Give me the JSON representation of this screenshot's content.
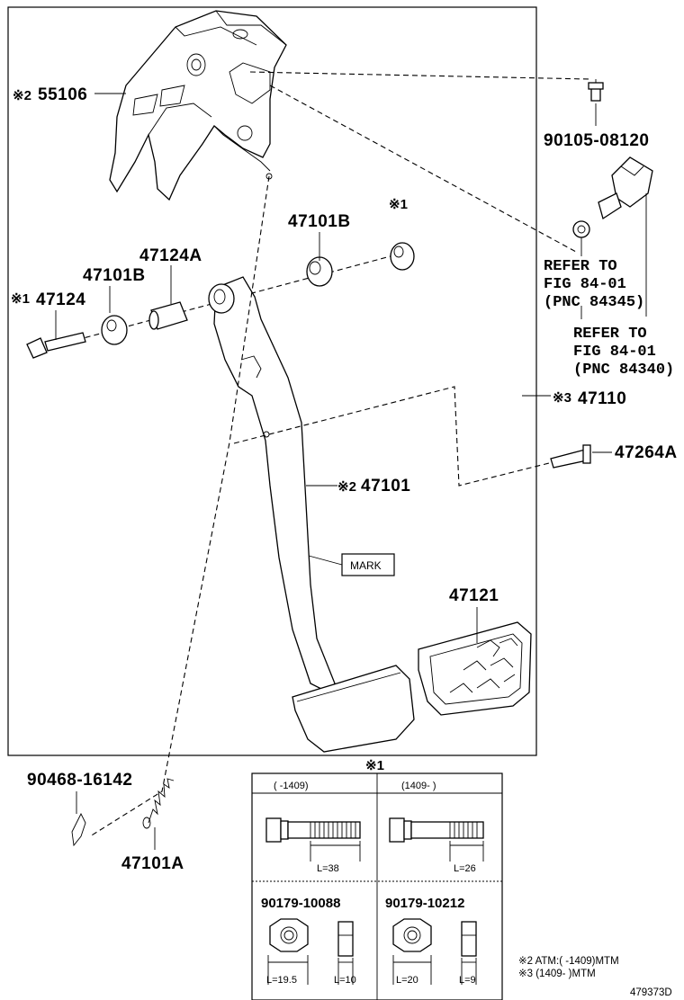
{
  "parts": {
    "p55106": "55106",
    "p90105": "90105-08120",
    "p47101B_top": "47101B",
    "p47124A": "47124A",
    "p47101B_left": "47101B",
    "p47124": "47124",
    "p47110": "47110",
    "p47264A": "47264A",
    "p47101": "47101",
    "p47121": "47121",
    "p90468": "90468-16142",
    "p47101A": "47101A"
  },
  "marks": {
    "m1": "※1",
    "m2": "※2",
    "m3": "※3"
  },
  "refer1": [
    "REFER TO",
    "FIG 84-01",
    "(PNC 84345)"
  ],
  "refer2": [
    "REFER TO",
    "FIG 84-01",
    "(PNC 84340)"
  ],
  "mark_label": "MARK",
  "table": {
    "header_mark": "※1",
    "col1": "(     -1409)",
    "col2": "(1409-      )",
    "bolt1_len": "L=38",
    "bolt2_len": "L=26",
    "nut1_pn": "90179-10088",
    "nut2_pn": "90179-10212",
    "nut1_l1": "L=19.5",
    "nut1_l2": "L=10",
    "nut2_l1": "L=20",
    "nut2_l2": "L=9"
  },
  "notes": {
    "n2": "※2 ATM:(      -1409)MTM",
    "n3": "※3 (1409-      )MTM"
  },
  "figure_id": "479373D"
}
